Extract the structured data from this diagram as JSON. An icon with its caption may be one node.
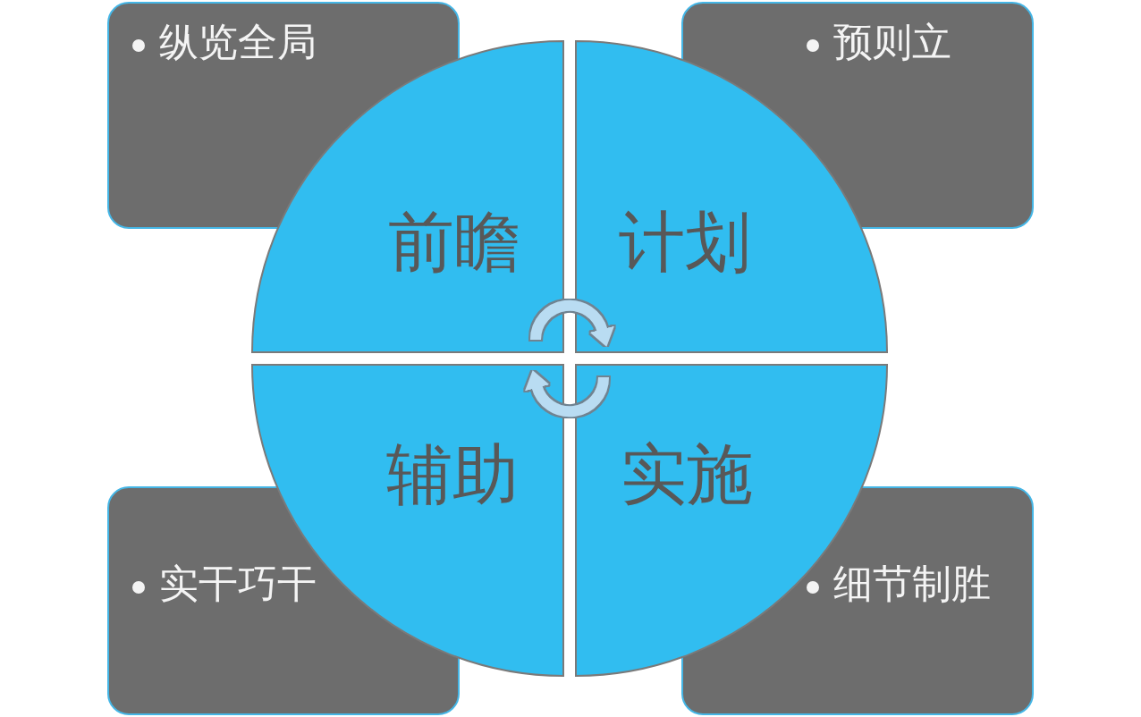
{
  "diagram": {
    "nodes": [
      {
        "text": [
          "纵览全局"
        ]
      },
      {
        "text": [
          "预则立"
        ]
      },
      {
        "text": [
          "前瞻"
        ]
      },
      {
        "text": [
          "计划"
        ]
      },
      {
        "text": [
          "辅助"
        ]
      },
      {
        "text": [
          "实施"
        ]
      },
      {
        "text": [
          "实干巧干"
        ]
      },
      {
        "text": [
          "细节制胜"
        ]
      }
    ],
    "edges": [
      {
        "from": 2,
        "to": 3,
        "arrow": "to"
      },
      {
        "from": 5,
        "to": 4,
        "arrow": "to"
      }
    ]
  }
}
